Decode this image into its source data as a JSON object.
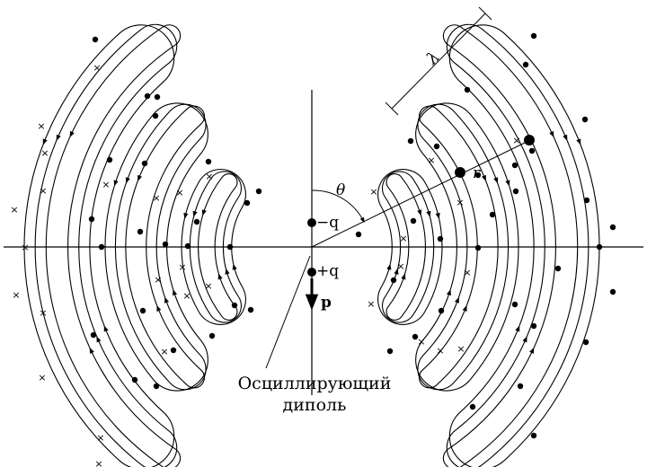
{
  "labels": {
    "minus_q": "−q",
    "plus_q": "+q",
    "p": "p",
    "theta": "θ",
    "r": "r",
    "lambda": "λ",
    "caption_line1": "Осциллирующий",
    "caption_line2": "диполь"
  },
  "colors": {
    "ink": "#000000",
    "background": "#ffffff"
  },
  "markers": {
    "into_page": "×",
    "out_of_page": "•"
  }
}
